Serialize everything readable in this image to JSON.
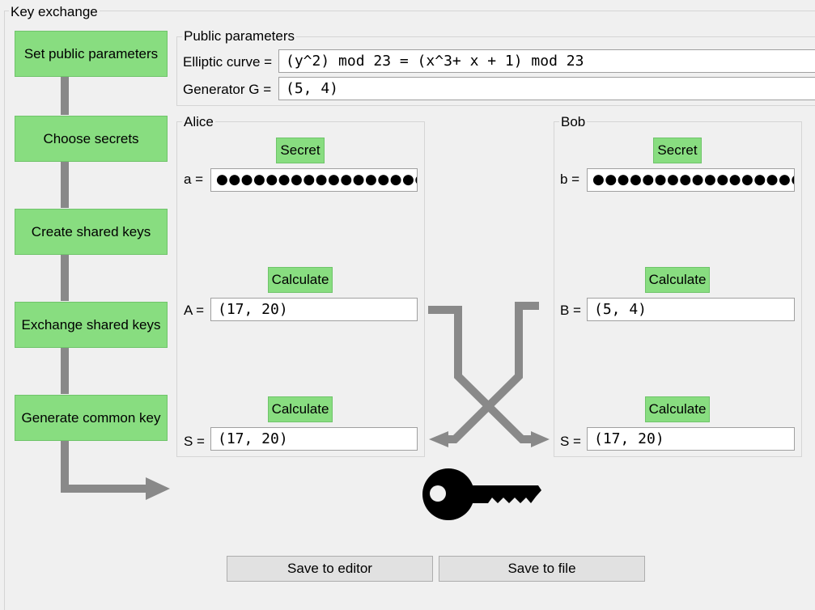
{
  "key_exchange": {
    "title": "Key exchange",
    "steps": [
      "Set public parameters",
      "Choose secrets",
      "Create shared keys",
      "Exchange shared keys",
      "Generate common key"
    ]
  },
  "public_parameters": {
    "title": "Public parameters",
    "curve_label": "Elliptic curve =",
    "curve_value": "(y^2) mod 23 = (x^3+ x + 1) mod 23",
    "generator_label": "Generator G =",
    "generator_value": "(5, 4)"
  },
  "alice": {
    "title": "Alice",
    "secret_button": "Secret",
    "secret_label": "a =",
    "secret_value": "●●●●●●●●●●●●●●●●●●●●●",
    "calc_shared_button": "Calculate",
    "shared_label": "A =",
    "shared_value": "(17, 20)",
    "calc_common_button": "Calculate",
    "common_label": "S =",
    "common_value": "(17, 20)"
  },
  "bob": {
    "title": "Bob",
    "secret_button": "Secret",
    "secret_label": "b =",
    "secret_value": "●●●●●●●●●●●●●●●●●●●●●",
    "calc_shared_button": "Calculate",
    "shared_label": "B =",
    "shared_value": "(5, 4)",
    "calc_common_button": "Calculate",
    "common_label": "S =",
    "common_value": "(17, 20)"
  },
  "footer": {
    "save_editor": "Save to editor",
    "save_file": "Save to file"
  },
  "colors": {
    "button_green": "#88dd80",
    "arrow_grey": "#898989"
  },
  "icons": [
    "key-icon",
    "flow-arrow",
    "exchange-arrows"
  ]
}
